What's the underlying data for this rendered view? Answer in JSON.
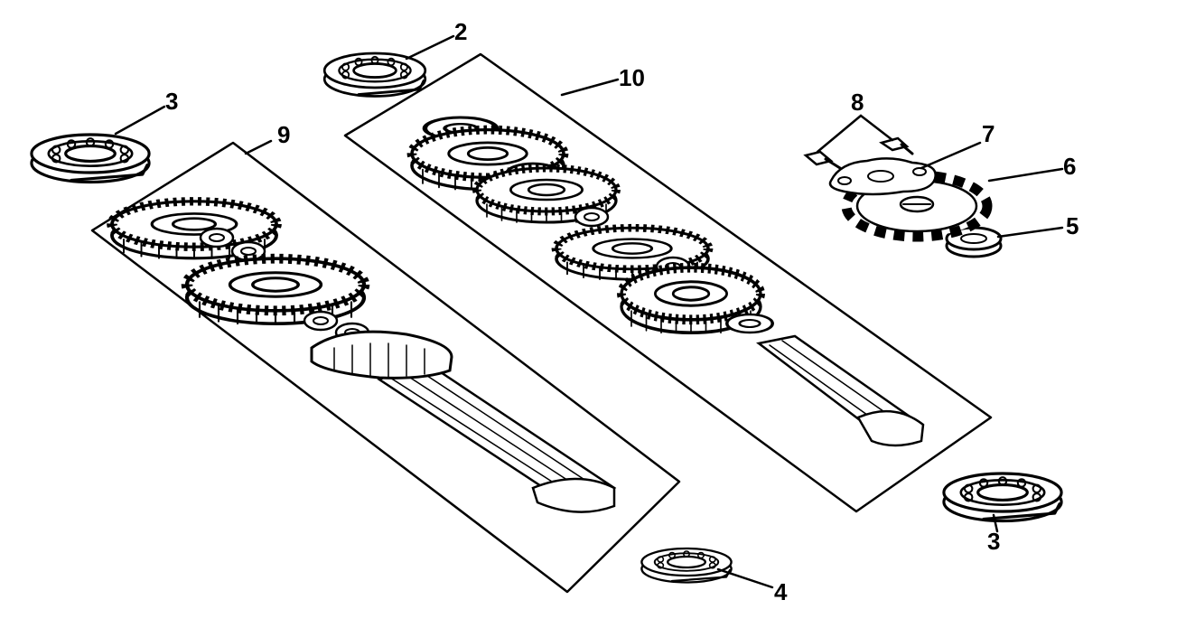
{
  "diagram": {
    "callouts": {
      "c2": "2",
      "c3a": "3",
      "c3b": "3",
      "c4": "4",
      "c5": "5",
      "c6": "6",
      "c7": "7",
      "c8": "8",
      "c9": "9",
      "c10": "10"
    }
  },
  "colors": {
    "ink": "#000000",
    "paper": "#ffffff"
  }
}
